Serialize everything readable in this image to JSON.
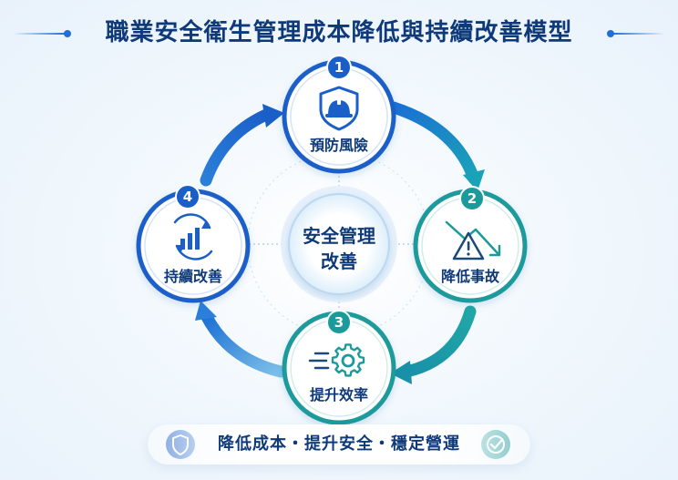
{
  "title": "職業安全衛生管理成本降低與持續改善模型",
  "center": {
    "line1": "安全管理",
    "line2": "改善"
  },
  "steps": [
    {
      "number": "1",
      "label": "預防風險",
      "icon": "shield-helmet-icon",
      "color": "#1a5fc8"
    },
    {
      "number": "2",
      "label": "降低事故",
      "icon": "warning-trend-down-icon",
      "color": "#1b9a9c"
    },
    {
      "number": "3",
      "label": "提升效率",
      "icon": "gear-speed-icon",
      "color": "#1b9a9c"
    },
    {
      "number": "4",
      "label": "持續改善",
      "icon": "bar-chart-cycle-icon",
      "color": "#1a5fc8"
    }
  ],
  "banner": {
    "text": "降低成本・提升安全・穩定營運",
    "left_icon": "shield-icon",
    "right_icon": "check-circle-icon"
  },
  "colors": {
    "blue": "#1a5fc8",
    "teal": "#1b9a9c",
    "navy": "#0f3a7a"
  }
}
